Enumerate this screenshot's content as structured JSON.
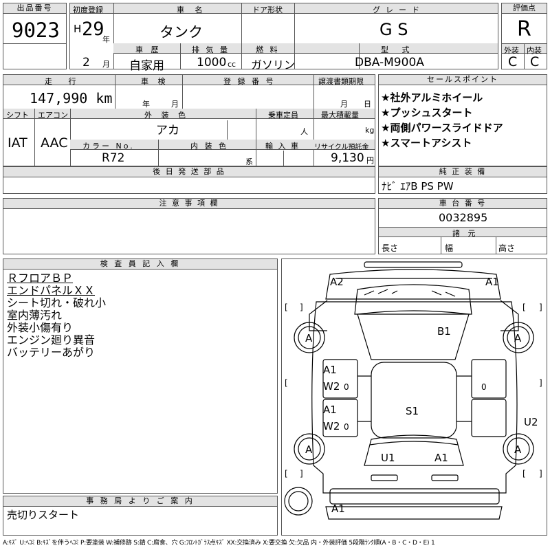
{
  "lot": {
    "label": "出品番号",
    "value": "9023"
  },
  "first_reg": {
    "label": "初度登録",
    "era": "H",
    "year": "29",
    "year_unit": "年",
    "month": "2",
    "month_unit": "月"
  },
  "car_name": {
    "label": "車 名",
    "value": "タンク"
  },
  "door": {
    "label": "ドア形状",
    "value": ""
  },
  "grade": {
    "label": "グレード",
    "value": "G S"
  },
  "score": {
    "label": "評価点",
    "value": "R"
  },
  "history": {
    "label": "車 歴",
    "value": "自家用"
  },
  "displacement": {
    "label": "排 気 量",
    "value": "1000",
    "unit": "cc"
  },
  "fuel": {
    "label": "燃 料",
    "value": "ガソリン"
  },
  "model": {
    "label": "型 式",
    "value": "DBA-M900A"
  },
  "ext_grade": {
    "label": "外装",
    "value": "C"
  },
  "int_grade": {
    "label": "内装",
    "value": "C"
  },
  "mileage": {
    "label": "走 行",
    "value": "147,990 km"
  },
  "inspection": {
    "label": "車 検",
    "year_unit": "年",
    "month_unit": "月"
  },
  "reg_number": {
    "label": "登 録 番 号",
    "value": ""
  },
  "transfer": {
    "label": "譲渡書類期限",
    "month_unit": "月",
    "day_unit": "日"
  },
  "shift": {
    "label": "シフト",
    "value": "IAT"
  },
  "aircon": {
    "label": "エアコン",
    "value": "AAC"
  },
  "exterior_color": {
    "label": "外 装 色",
    "value": "アカ"
  },
  "capacity": {
    "label": "乗車定員",
    "unit": "人"
  },
  "max_load": {
    "label": "最大積載量",
    "unit": "kg"
  },
  "color_no": {
    "label": "カラー No.",
    "value": "R72"
  },
  "interior_color": {
    "label": "内 装 色",
    "unit": "系"
  },
  "import": {
    "label": "輸 入 車"
  },
  "recycle": {
    "label": "リサイクル預託金",
    "value": "9,130",
    "unit": "円"
  },
  "sales_points": {
    "label": "セールスポイント",
    "items": [
      "★社外アルミホイール",
      "★プッシュスタート",
      "★両側パワースライドドア",
      "★スマートアシスト"
    ]
  },
  "later_parts": {
    "label": "後 日 発 送 部 品"
  },
  "equipment": {
    "label": "純 正 装 備",
    "value": "ﾅﾋﾞ ｴｱB PS PW"
  },
  "notes": {
    "label": "注 意 事 項 欄"
  },
  "chassis": {
    "label": "車 台 番 号",
    "value": "0032895"
  },
  "dimensions": {
    "label": "諸 元",
    "length": "長さ",
    "width": "幅",
    "height": "高さ"
  },
  "inspector": {
    "label": "検 査 員 記 入 欄",
    "lines": [
      "ＲフロアＢＰ",
      "エンドパネルＸＸ",
      "シート切れ・破れ小",
      "室内薄汚れ",
      "外装小傷有り",
      "エンジン廻り異音",
      "バッテリーあがり"
    ]
  },
  "office": {
    "label": "事 務 局 よ り ご 案 内",
    "value": "売切りスタート"
  },
  "diagram": {
    "marks": [
      "A2",
      "A1",
      "B1",
      "A",
      "A",
      "A1",
      "W2",
      "0",
      "A1",
      "W2",
      "0",
      "S1",
      "0",
      "U2",
      "A",
      "A",
      "U1",
      "A1",
      "A1"
    ],
    "brackets": [
      "[",
      "]",
      "[",
      "]",
      "[",
      "]",
      "[",
      "]",
      "[",
      "]"
    ]
  },
  "legend": "A:ｷｽﾞ U:ﾍｺﾐ B:ｷｽﾞを伴うﾍｺﾐ P:要塗装 W:補修跡 S:錆 C:腐食、穴 G:ﾌﾛﾝﾄｶﾞﾗｽ点ｷｽﾞ XX:交換済み X:要交換 欠:欠品 内・外装評価 5段階ﾗﾝｸ順(A・B・C・D・E) 1"
}
